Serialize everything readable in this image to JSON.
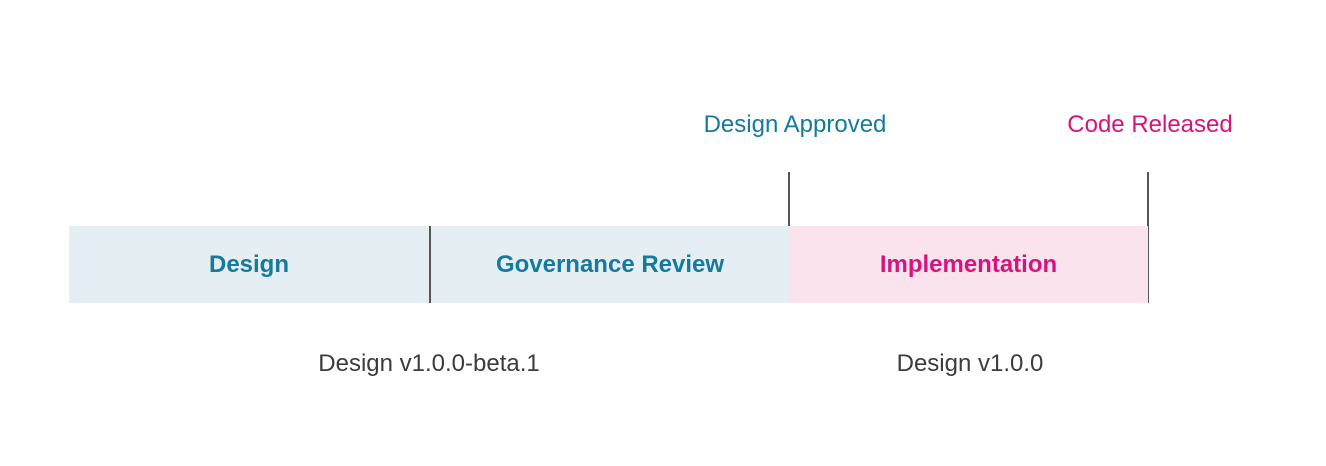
{
  "colors": {
    "teal": "#147a9e",
    "magenta": "#d6147e",
    "phase_blue_bg": "#e4eef3",
    "phase_pink_bg": "#fbe3ee",
    "line_gray": "#555555",
    "text_dark": "#3c3c3c"
  },
  "timeline": {
    "phases": [
      {
        "label": "Design",
        "text_color": "#147a9e",
        "bg_color": "#e4eef3"
      },
      {
        "label": "Governance Review",
        "text_color": "#147a9e",
        "bg_color": "#e4eef3"
      },
      {
        "label": "Implementation",
        "text_color": "#d6147e",
        "bg_color": "#fbe3ee"
      }
    ],
    "milestones": [
      {
        "label": "Design Approved",
        "color": "#147a9e"
      },
      {
        "label": "Code Released",
        "color": "#d6147e"
      }
    ],
    "versions": [
      {
        "label": "Design v1.0.0-beta.1"
      },
      {
        "label": "Design v1.0.0"
      }
    ]
  }
}
